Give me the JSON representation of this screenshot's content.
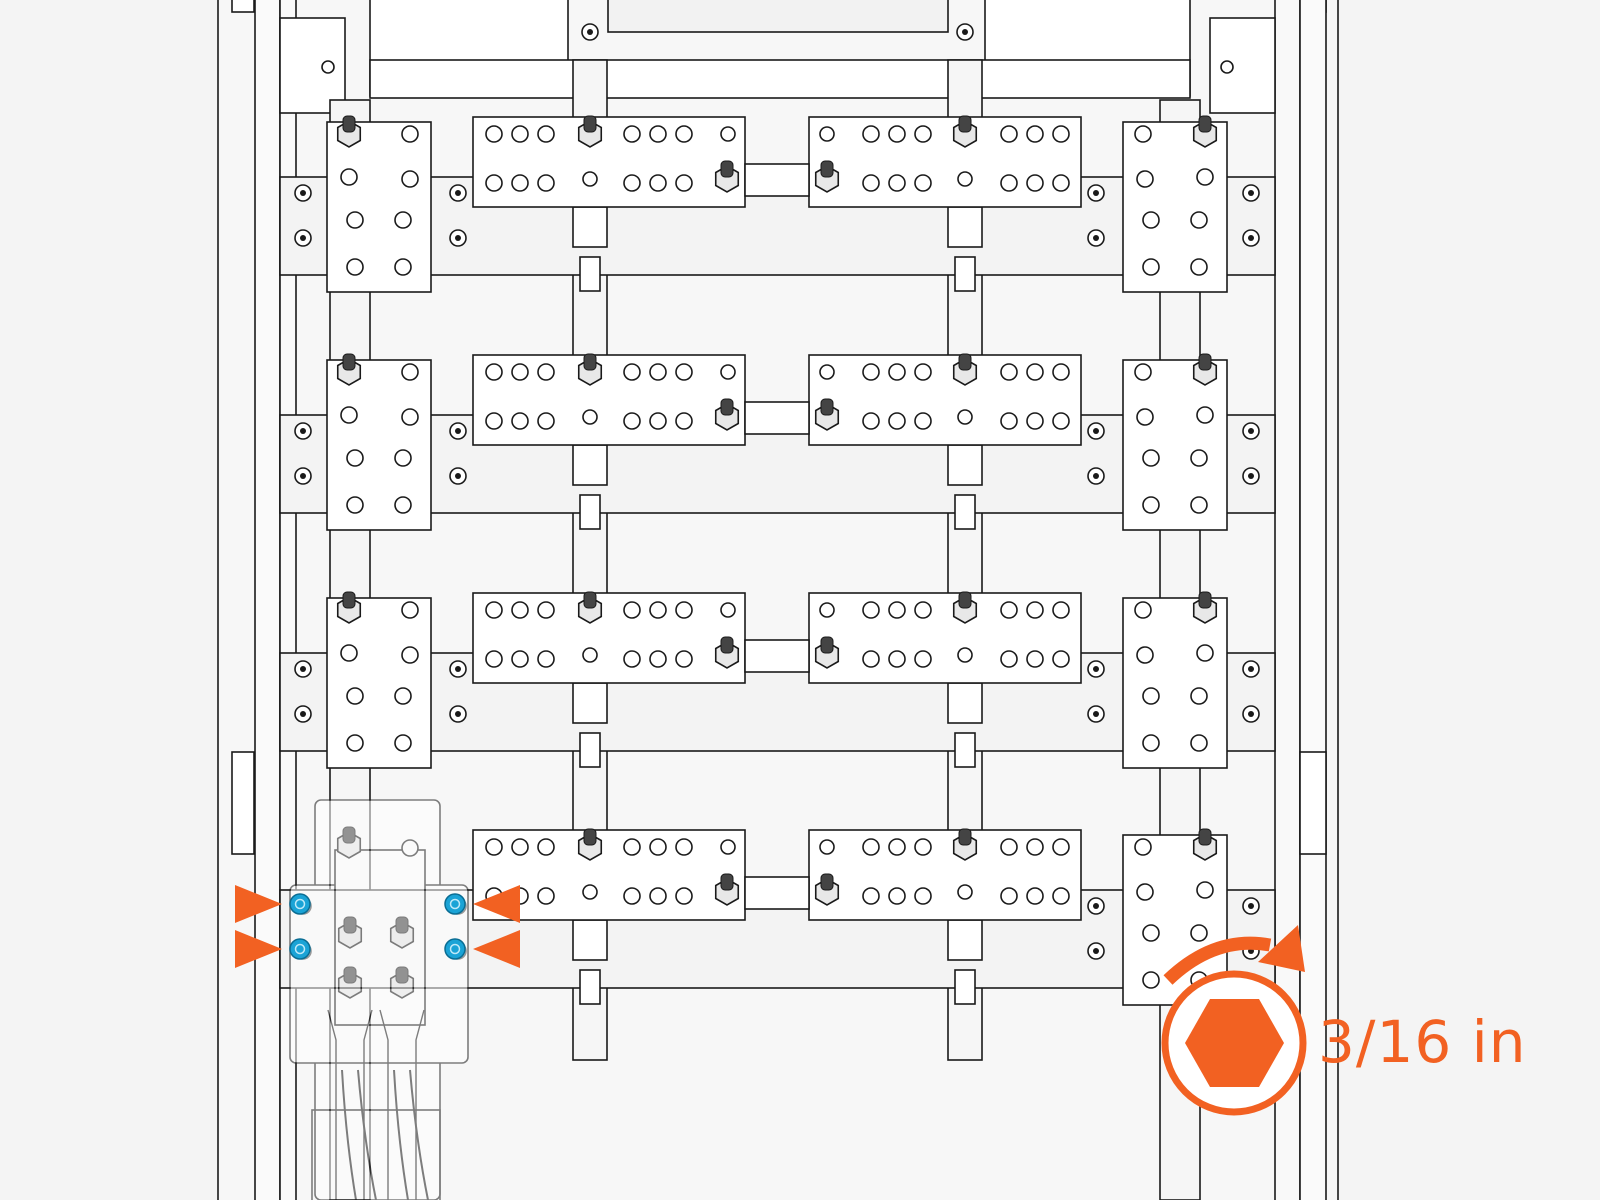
{
  "callout": {
    "tool_size_label": "3/16 in",
    "tool_icon": "hex-key-icon",
    "rotation_icon": "clockwise-arrow-icon"
  },
  "markers": {
    "pointer_icon": "arrow-pointer-icon",
    "highlight_icon": "highlighted-nut-icon",
    "count": 4
  },
  "diagram": {
    "busbar_rows": 4,
    "assembly": "electrical-cabinet-busbar-panel"
  },
  "colors": {
    "accent": "#f26122",
    "highlight": "#1aa3d6",
    "line": "#1a1a1a",
    "background": "#f4f4f4",
    "part_fill": "#ffffff"
  }
}
